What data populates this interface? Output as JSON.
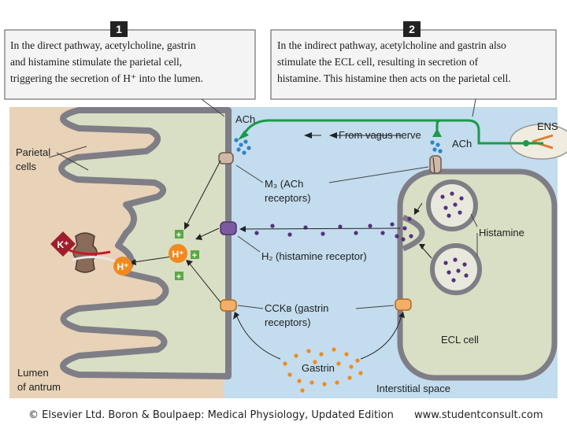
{
  "callouts": [
    {
      "number": "1",
      "lines": [
        "In the direct pathway, acetylcholine, gastrin",
        "and histamine stimulate the parietal cell,",
        "triggering the secretion of H⁺ into the lumen."
      ]
    },
    {
      "number": "2",
      "lines": [
        "In the indirect pathway, acetylcholine and gastrin also",
        "stimulate the ECL cell, resulting in secretion of",
        "histamine. This histamine then acts on the parietal cell."
      ]
    }
  ],
  "labels": {
    "parietal_cells": [
      "Parietal",
      "cells"
    ],
    "lumen": [
      "Lumen",
      "of antrum"
    ],
    "ach_left": "ACh",
    "ach_right": "ACh",
    "vagus": "From vagus nerve",
    "ens": "ENS",
    "m3": [
      "M₃ (ACh",
      "receptors)"
    ],
    "h2": "H₂ (histamine receptor)",
    "cckb": [
      "CCKʙ (gastrin",
      "receptors)"
    ],
    "histamine": "Histamine",
    "ecl": "ECL cell",
    "gastrin": "Gastrin",
    "interstitial": "Interstitial space",
    "k_ion": "K⁺",
    "h_ion_lumen": "H⁺",
    "h_ion_cell": "H⁺",
    "plus": "+"
  },
  "footer": {
    "credit": "© Elsevier Ltd. Boron & Boulpaep: Medical Physiology, Updated Edition",
    "url": "www.studentconsult.com"
  },
  "colors": {
    "lumen": "#e8d2b8",
    "interstitial": "#c3dcee",
    "cell_fill": "#d8dfc4",
    "membrane": "#7f7e86",
    "nerve": "#1a9a4a",
    "ach_dots": "#2e84c4",
    "histamine_dots": "#55307e",
    "gastrin_dots": "#f08a1e",
    "h_ion": "#f08a1e",
    "k_ion": "#9e1f2c",
    "plus": "#5aa843"
  }
}
